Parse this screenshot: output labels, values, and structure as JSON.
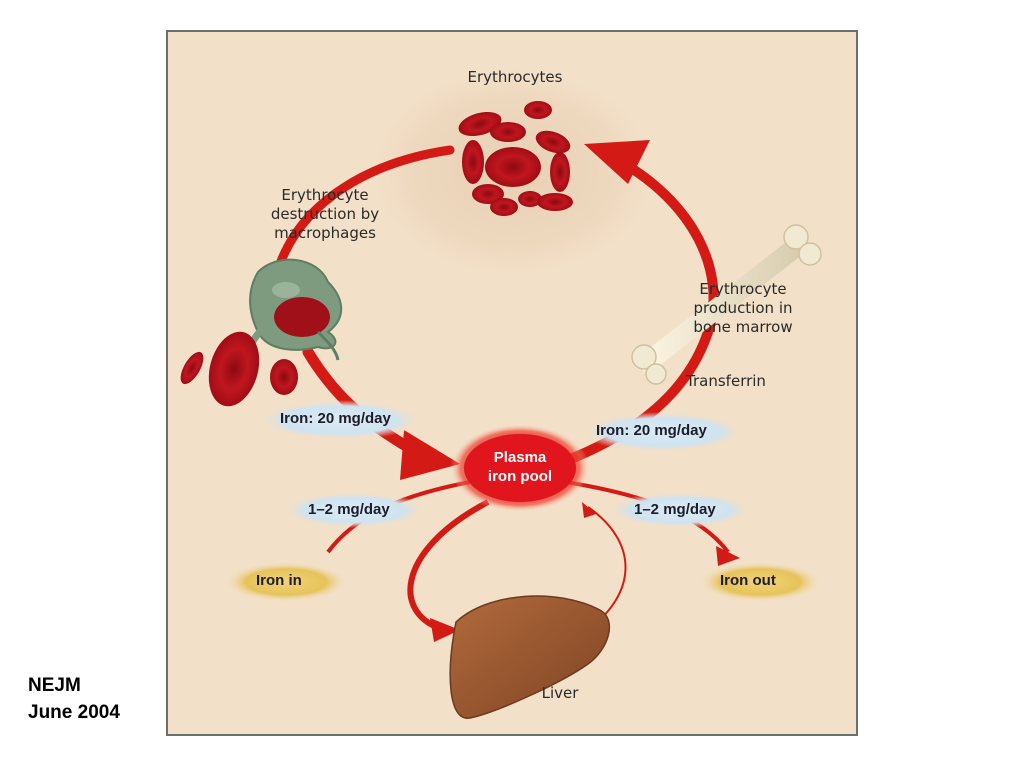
{
  "diagram": {
    "nodes": {
      "erythrocytes": "Erythrocytes",
      "destruction": [
        "Erythrocyte",
        "destruction by",
        "macrophages"
      ],
      "production": [
        "Erythrocyte",
        "production in",
        "bone marrow"
      ],
      "transferrin": "Transferrin",
      "plasma_pool": [
        "Plasma",
        "iron pool"
      ],
      "liver": "Liver",
      "iron_in": "Iron in",
      "iron_out": "Iron out"
    },
    "flows": {
      "macrophage_to_pool": "Iron: 20 mg/day",
      "pool_to_marrow": "Iron: 20 mg/day",
      "absorption": "1–2 mg/day",
      "loss": "1–2 mg/day"
    },
    "colors": {
      "background": "#f3e0c8",
      "arrow": "#d41a14",
      "pool": "#e0151d",
      "rate_cloud": "#cfe3f0",
      "io_glow": "#e6c35a",
      "liver": "#9a5a32"
    }
  },
  "citation": {
    "journal": "NEJM",
    "date": "June 2004"
  }
}
